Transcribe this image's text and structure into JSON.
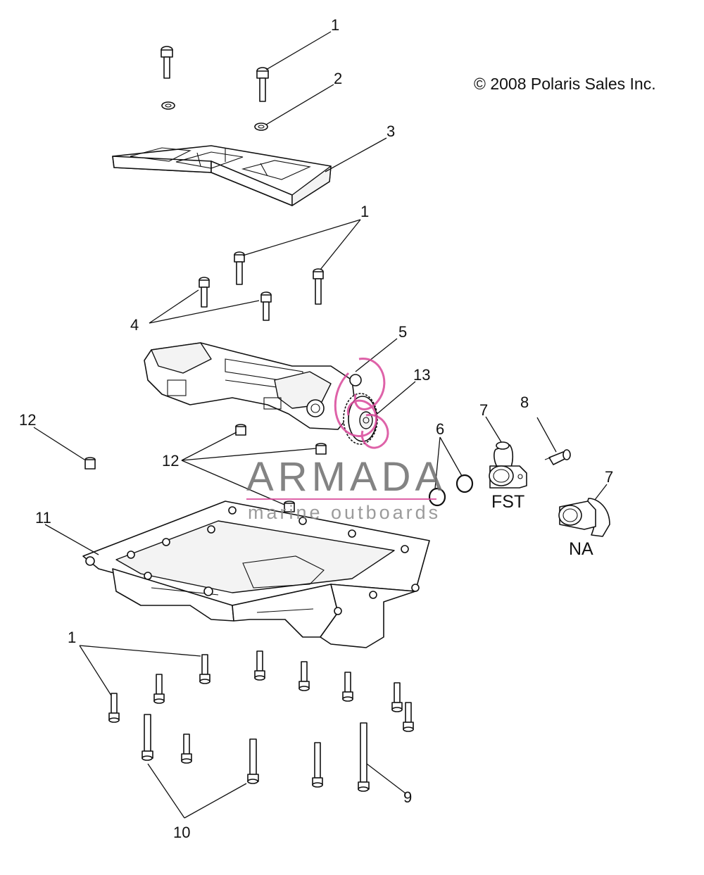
{
  "copyright": "© 2008 Polaris Sales Inc.",
  "watermark": {
    "brand": "ARMADA",
    "tagline": "marine outboards",
    "accent_color": "#d9479a"
  },
  "callouts": {
    "c1_top": "1",
    "c2": "2",
    "c3": "3",
    "c1_mid": "1",
    "c4": "4",
    "c5": "5",
    "c13": "13",
    "c12_left": "12",
    "c12_mid": "12",
    "c6": "6",
    "c7_fst": "7",
    "c8": "8",
    "c7_na": "7",
    "c11": "11",
    "c1_bottom": "1",
    "c9": "9",
    "c10": "10"
  },
  "variant_labels": {
    "fst": "FST",
    "na": "NA"
  },
  "parts": [
    {
      "ref": "1",
      "name": "cap-screw"
    },
    {
      "ref": "2",
      "name": "washer"
    },
    {
      "ref": "3",
      "name": "baffle-plate"
    },
    {
      "ref": "4",
      "name": "screw"
    },
    {
      "ref": "5",
      "name": "oil-pump-assembly"
    },
    {
      "ref": "6",
      "name": "o-ring"
    },
    {
      "ref": "7",
      "name": "fitting"
    },
    {
      "ref": "8",
      "name": "screw"
    },
    {
      "ref": "9",
      "name": "long-bolt"
    },
    {
      "ref": "10",
      "name": "bolt"
    },
    {
      "ref": "11",
      "name": "oil-pan"
    },
    {
      "ref": "12",
      "name": "dowel-pin"
    },
    {
      "ref": "13",
      "name": "pump-gear"
    }
  ]
}
